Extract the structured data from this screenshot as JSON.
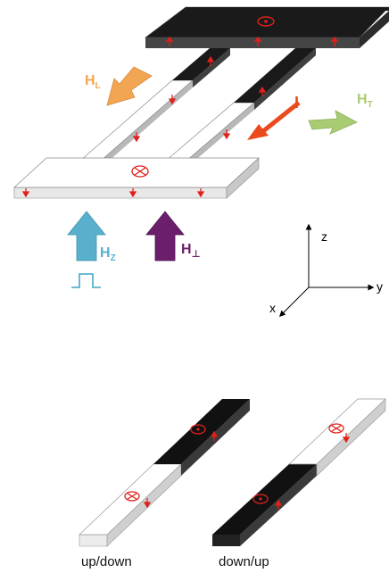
{
  "colors": {
    "dark_face": "#1a1a1a",
    "dark_side": "#454545",
    "light_face": "#ffffff",
    "light_side": "#d3d3d3",
    "edge": "#888888",
    "magnet_mark": "#e0211b",
    "current_arrow": "#ea4a1e",
    "h_l": "#f2a552",
    "h_t": "#a9cc72",
    "h_z": "#59b0cd",
    "h_perp": "#6b1e6b",
    "axis": "#000000"
  },
  "fields": {
    "h_l": {
      "main": "H",
      "sub": "L"
    },
    "h_t": {
      "main": "H",
      "sub": "T"
    },
    "h_z": {
      "main": "H",
      "sub": "Z"
    },
    "h_perp": {
      "main": "H",
      "sub": "⊥"
    },
    "current": "I"
  },
  "axes": {
    "z": "z",
    "y": "y",
    "x": "x"
  },
  "icons": {
    "pulse": "square-pulse-icon",
    "in_plane_mark": "circle-cross-icon",
    "out_of_plane_mark": "circle-dot-icon"
  },
  "captions": {
    "left": "up/down",
    "right": "down/up"
  }
}
